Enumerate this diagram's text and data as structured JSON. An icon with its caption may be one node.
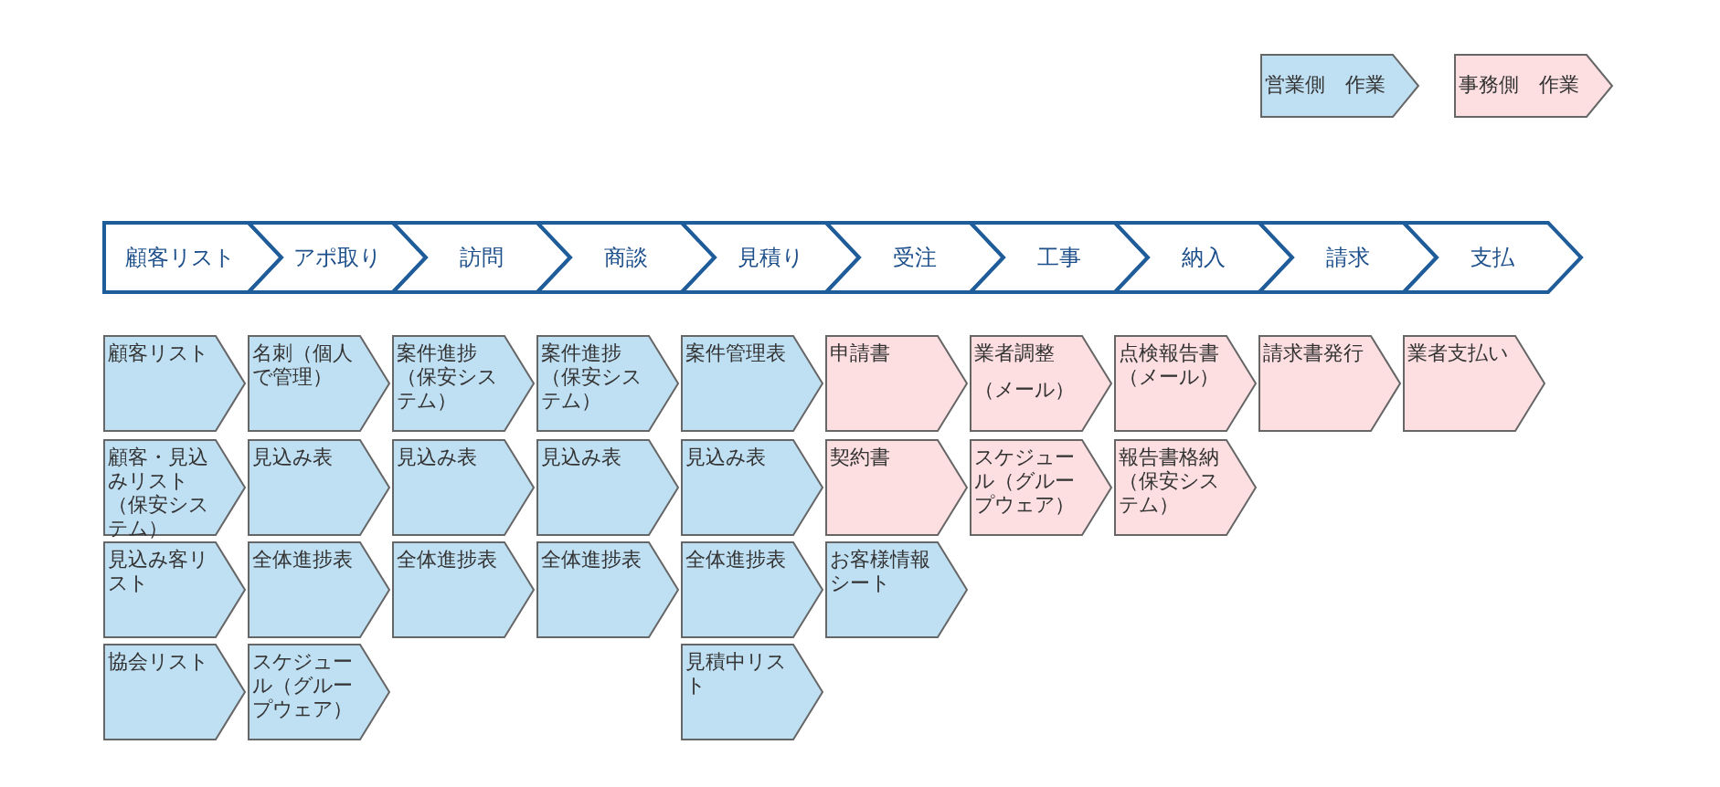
{
  "diagram": {
    "nodes": [
      {
        "text": [
          "顧客リスト"
        ]
      },
      {
        "text": [
          "アポ取り"
        ]
      },
      {
        "text": [
          "訪問"
        ]
      },
      {
        "text": [
          "商談"
        ]
      },
      {
        "text": [
          "見積り"
        ]
      },
      {
        "text": [
          "受注"
        ]
      },
      {
        "text": [
          "工事"
        ]
      },
      {
        "text": [
          "納入"
        ]
      },
      {
        "text": [
          "請求"
        ]
      },
      {
        "text": [
          "支払"
        ]
      },
      {
        "text": [
          "顧客リスト"
        ]
      },
      {
        "text": [
          "名刺（個人で管理）"
        ]
      },
      {
        "text": [
          "案件進捗（保安システム）"
        ]
      },
      {
        "text": [
          "案件進捗（保安システム）"
        ]
      },
      {
        "text": [
          "案件管理表"
        ]
      },
      {
        "text": [
          "申請書"
        ]
      },
      {
        "text": [
          "業者調整",
          "（メール）"
        ]
      },
      {
        "text": [
          "点検報告書（メール）"
        ]
      },
      {
        "text": [
          "請求書発行"
        ]
      },
      {
        "text": [
          "業者支払い"
        ]
      },
      {
        "text": [
          "顧客・見込みリスト（保安システム）"
        ]
      },
      {
        "text": [
          "見込み表"
        ]
      },
      {
        "text": [
          "見込み表"
        ]
      },
      {
        "text": [
          "見込み表"
        ]
      },
      {
        "text": [
          "見込み表"
        ]
      },
      {
        "text": [
          "契約書"
        ]
      },
      {
        "text": [
          "スケジュール（グループウェア）"
        ]
      },
      {
        "text": [
          "報告書格納（保安システム）"
        ]
      },
      {
        "text": [
          "見込み客リスト"
        ]
      },
      {
        "text": [
          "全体進捗表"
        ]
      },
      {
        "text": [
          "全体進捗表"
        ]
      },
      {
        "text": [
          "全体進捗表"
        ]
      },
      {
        "text": [
          "全体進捗表"
        ]
      },
      {
        "text": [
          "お客様情報シート"
        ]
      },
      {
        "text": [
          "協会リスト"
        ]
      },
      {
        "text": [
          "スケジュール（グループウェア）"
        ]
      },
      {
        "text": [
          "見積中リスト"
        ]
      }
    ],
    "legend": [
      {
        "text": "営業側　作業",
        "color": "#bfdff2"
      },
      {
        "text": "事務側　作業",
        "color": "#fddfe2"
      }
    ]
  }
}
